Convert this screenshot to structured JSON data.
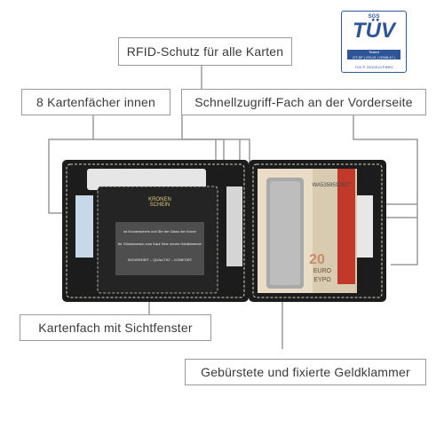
{
  "badge": {
    "top": "SGS",
    "mark": "TÜV",
    "bar": "Tested\nGT-SF | GS-01 | GS08.47 | GS08.02",
    "foot": "TÜV P. 2002/013 P.BRO"
  },
  "labels": {
    "rfid": "RFID-Schutz für alle Karten",
    "card_slots": "8 Kartenfächer innen",
    "quick_access": "Schnellzugriff-Fach an der Vorderseite",
    "window_slot": "Kartenfach mit Sichtfenster",
    "money_clip": "Gebürstete und fixierte Geldklammer"
  },
  "wallet": {
    "brand": "KRONEN\nSCHEIN",
    "window_line1": "ist Kronenschein und Sie der Glanz der Krone",
    "window_line2": "für Glückwunsch zum Kauf Ihrer neuen Geldklammer",
    "window_line3": "SICHERHEIT – QUALITÄT – KOMFORT",
    "bill_serial": "WA5359592917",
    "bill_denomination": "20",
    "bill_currency": "EURO",
    "bill_currency_gr": "EYPΩ"
  },
  "colors": {
    "leather": "#1c1c1c",
    "stitch": "#d9d4c8",
    "clip": "#a9a9a9",
    "line": "#9a9a9a",
    "tuv_blue": "#2f5597",
    "card_red": "#c0392b"
  }
}
